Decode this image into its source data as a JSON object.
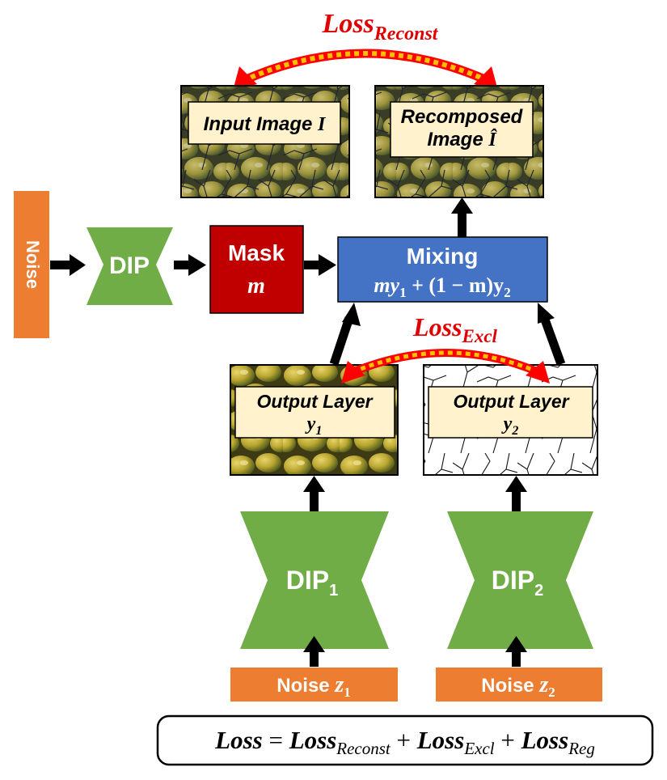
{
  "title": {
    "loss_reconst": {
      "main": "Loss",
      "sub": "Reconst"
    },
    "loss_excl": {
      "main": "Loss",
      "sub": "Excl"
    }
  },
  "nodes": {
    "noise_left": "Noise",
    "dip": "DIP",
    "mask": {
      "line1": "Mask",
      "line2": "m"
    },
    "mixing": {
      "line1": "Mixing",
      "formula": {
        "a": "my",
        "a_sub": "1",
        "b": " + (1 − m)y",
        "b_sub": "2"
      }
    },
    "input_image": {
      "text": "Input Image ",
      "symbol": "I"
    },
    "recomposed_image": {
      "line1": "Recomposed",
      "line2": "Image ",
      "symbol": "Î"
    },
    "output_layer_1": {
      "line1": "Output Layer",
      "symbol": "y",
      "sub": "1"
    },
    "output_layer_2": {
      "line1": "Output Layer",
      "symbol": "y",
      "sub": "2"
    },
    "dip_1": {
      "main": "DIP",
      "sub": "1"
    },
    "dip_2": {
      "main": "DIP",
      "sub": "2"
    },
    "noise_z1": {
      "main": "Noise ",
      "symbol": "z",
      "sub": "1"
    },
    "noise_z2": {
      "main": "Noise ",
      "symbol": "z",
      "sub": "2"
    }
  },
  "total_loss": {
    "lhs": "Loss",
    "eq": " = ",
    "t1": "Loss",
    "t1_sub": "Reconst",
    "plus1": " + ",
    "t2": "Loss",
    "t2_sub": "Excl",
    "plus2": " + ",
    "t3": "Loss",
    "t3_sub": "Reg"
  },
  "colors": {
    "orange": "#ed7d31",
    "green": "#70ad47",
    "dark_red": "#c00000",
    "blue": "#4472c4",
    "label_bg": "#fff2cc",
    "loss_red": "#e00000",
    "loss_arrow": "#ff0000",
    "loss_arrow_dash": "#ffc000"
  }
}
